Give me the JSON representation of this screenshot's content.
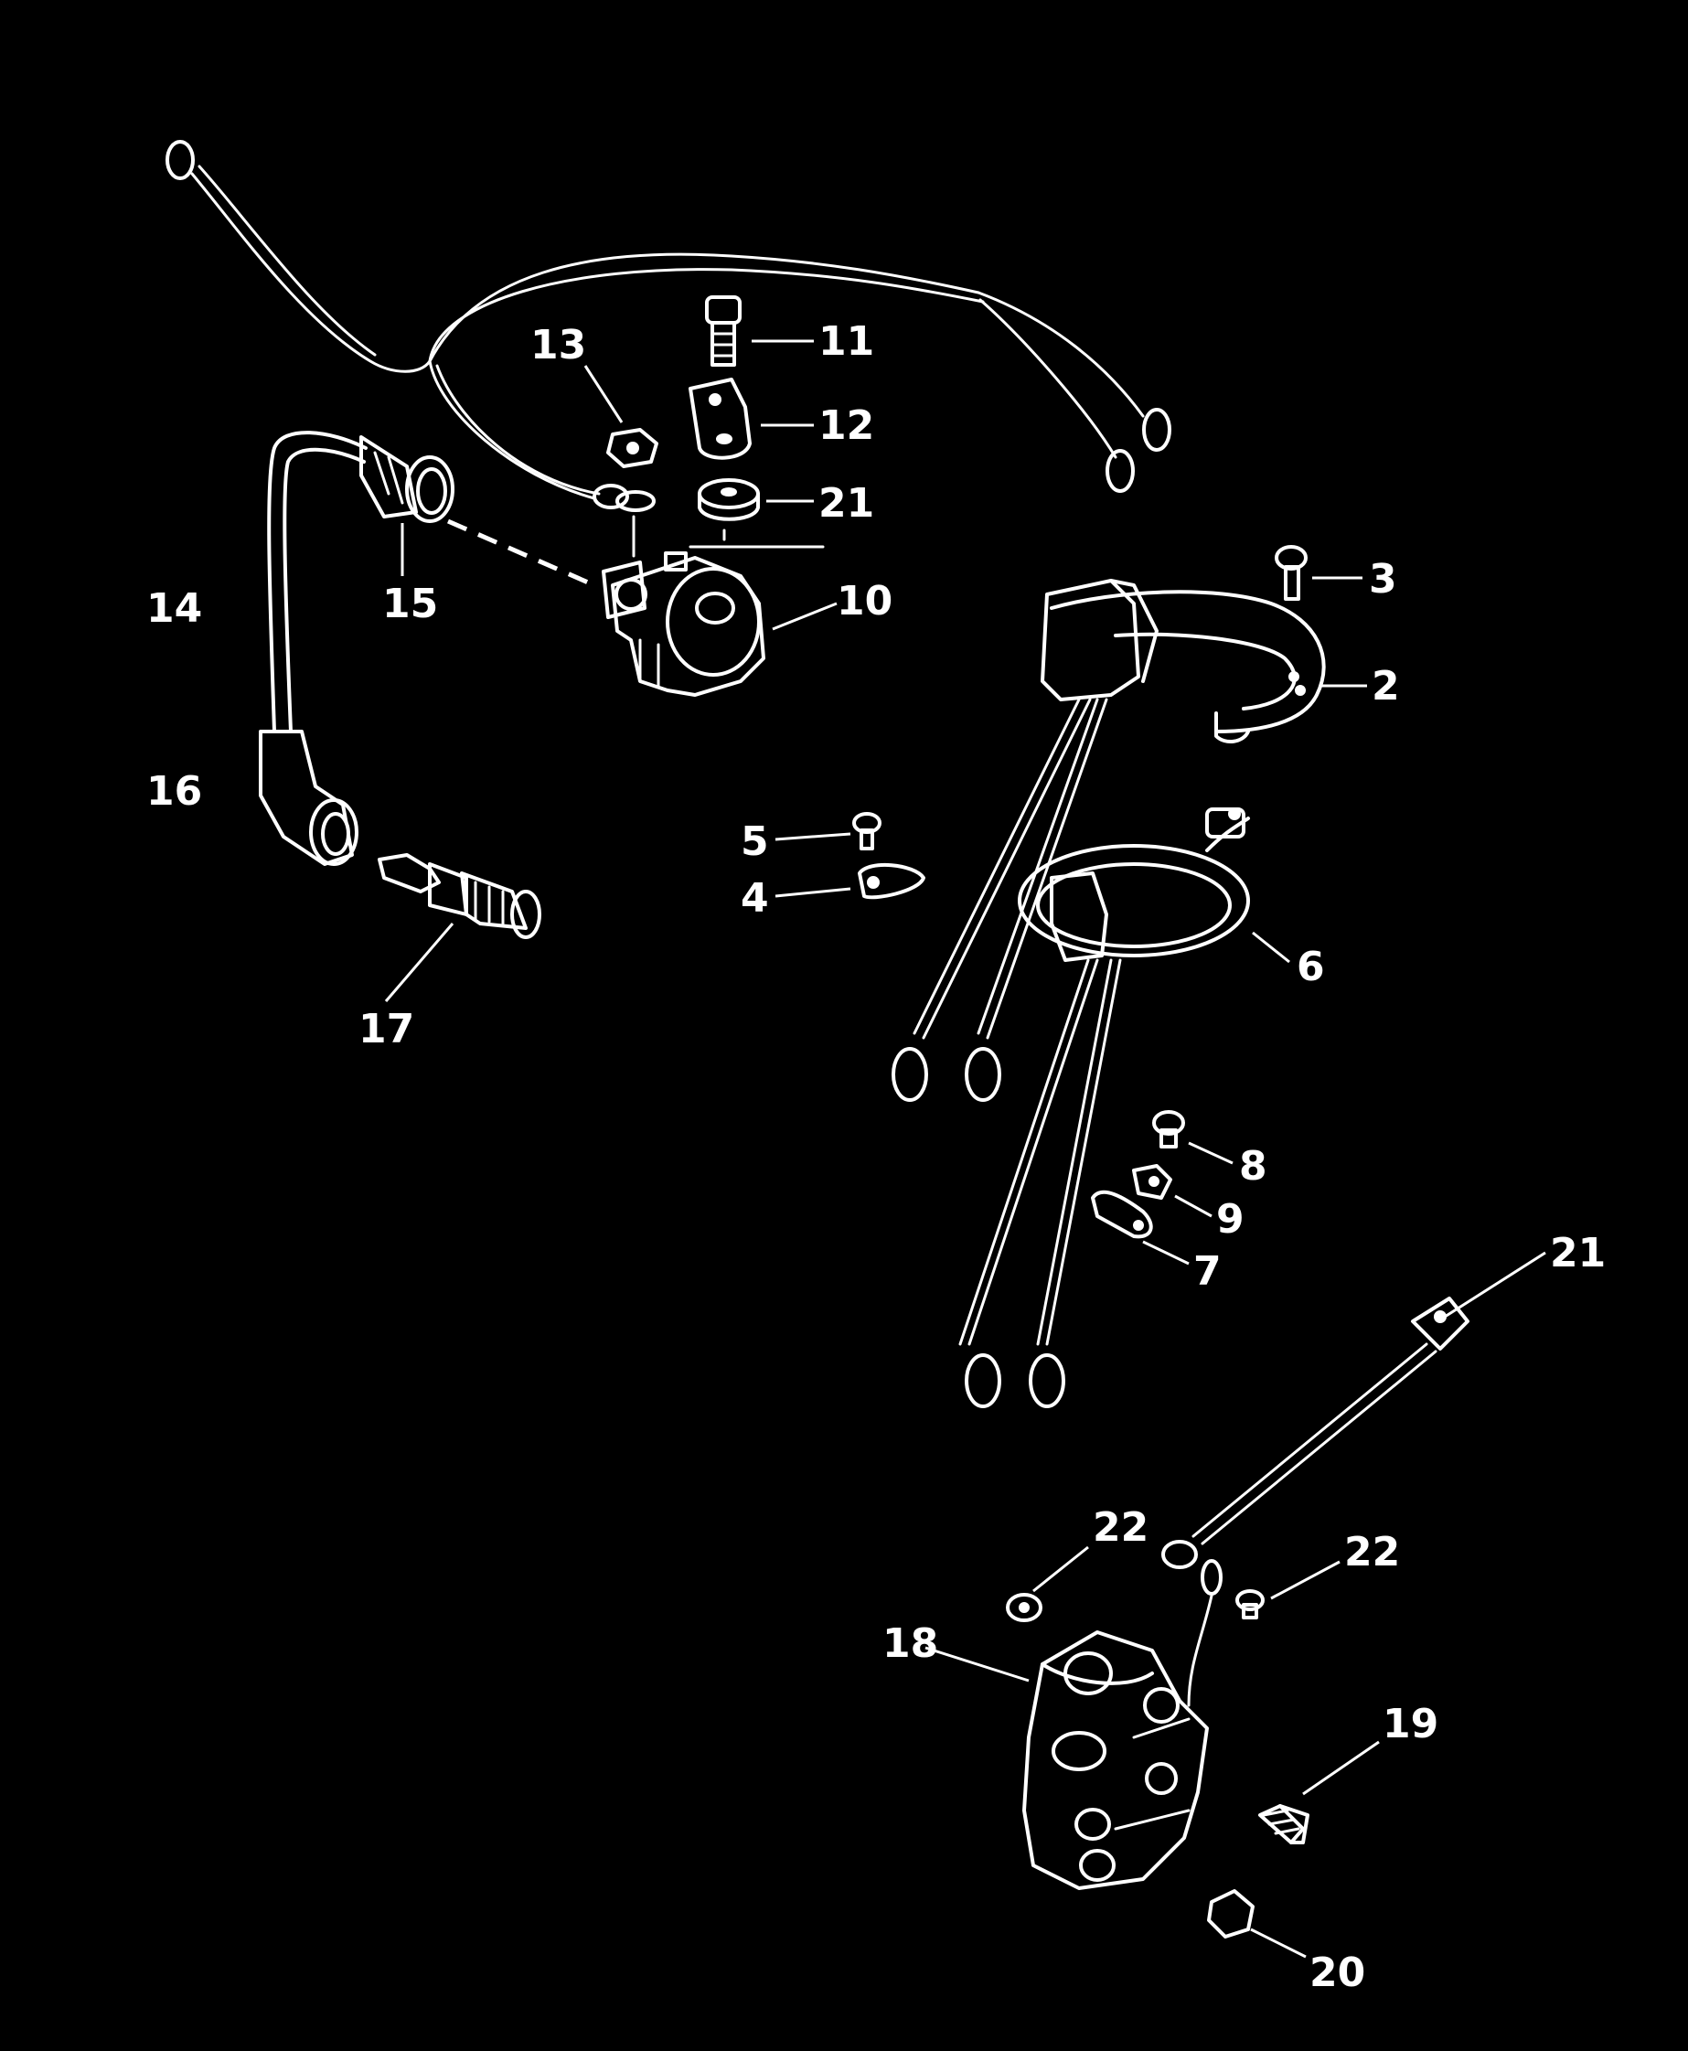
{
  "callouts": {
    "c2": "2",
    "c3": "3",
    "c4": "4",
    "c5": "5",
    "c6": "6",
    "c7": "7",
    "c8": "8",
    "c9": "9",
    "c10": "10",
    "c11": "11",
    "c12": "12",
    "c13": "13",
    "c14": "14",
    "c15": "15",
    "c16": "16",
    "c17": "17",
    "c18": "18",
    "c19": "19",
    "c20": "20",
    "c21a": "21",
    "c21b": "21",
    "c22a": "22",
    "c22b": "22"
  }
}
